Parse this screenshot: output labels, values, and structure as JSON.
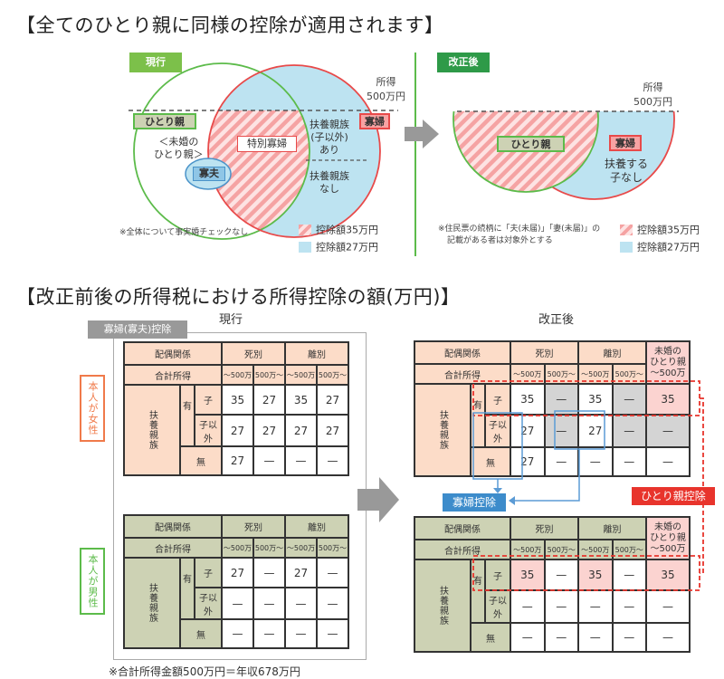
{
  "top": {
    "title": "【全てのひとり親に同様の控除が適用されます】",
    "current": {
      "tag": "現行",
      "income_label": [
        "所得",
        "500万円"
      ],
      "hitorioya": "ひとり親",
      "unmarried": [
        "＜未婚の",
        "ひとり親＞"
      ],
      "widower": "寡夫",
      "special_widow": "特別寡婦",
      "widow": "寡婦",
      "dependent_yes": [
        "扶養親族",
        "(子以外)",
        "あり"
      ],
      "dependent_no": [
        "扶養親族",
        "なし"
      ],
      "note": "※全体について事実婚チェックなし",
      "legend": [
        {
          "pattern": "hatch",
          "label": "控除額35万円"
        },
        {
          "pattern": "blue",
          "label": "控除額27万円"
        }
      ]
    },
    "revised": {
      "tag": "改正後",
      "income_label": [
        "所得",
        "500万円"
      ],
      "hitorioya": "ひとり親",
      "widow": "寡婦",
      "no_child": [
        "扶養する",
        "子なし"
      ],
      "note": [
        "※住民票の続柄に「夫(未届)」「妻(未届)」の",
        "記載がある者は対象外とする"
      ],
      "legend": [
        {
          "pattern": "hatch",
          "label": "控除額35万円"
        },
        {
          "pattern": "blue",
          "label": "控除額27万円"
        }
      ]
    }
  },
  "bottom": {
    "title": "【改正前後の所得税における所得控除の額(万円)】",
    "current_heading": "現行",
    "revised_heading": "改正後",
    "current_group_label": "寡婦(寡夫)控除",
    "female_label": "本人が女性",
    "male_label": "本人が男性",
    "widow_deduction_label": "寡婦控除",
    "single_parent_deduction_label": "ひとり親控除",
    "footnote": "※合計所得金額500万円＝年収678万円",
    "headers": {
      "spouse_relation": "配偶関係",
      "total_income": "合計所得",
      "death": "死別",
      "divorce": "離別",
      "unmarried": [
        "未婚の",
        "ひとり親",
        "～500万"
      ],
      "under500": "～500万",
      "over500": "500万～",
      "dependents": "扶養親族",
      "yes": "有",
      "child": "子",
      "non_child": "子以外",
      "none": "無"
    },
    "current_female": {
      "child": [
        "35",
        "27",
        "35",
        "27"
      ],
      "non_child": [
        "27",
        "27",
        "27",
        "27"
      ],
      "none": [
        "27",
        "—",
        "—",
        "—"
      ]
    },
    "current_male": {
      "child": [
        "27",
        "—",
        "27",
        "—"
      ],
      "non_child": [
        "—",
        "—",
        "—",
        "—"
      ],
      "none": [
        "—",
        "—",
        "—",
        "—"
      ]
    },
    "revised_female": {
      "child": [
        "35",
        "—",
        "35",
        "—",
        "35"
      ],
      "non_child": [
        "27",
        "—",
        "27",
        "—",
        "—"
      ],
      "none": [
        "27",
        "—",
        "—",
        "—",
        "—"
      ]
    },
    "revised_male": {
      "child": [
        "35",
        "—",
        "35",
        "—",
        "35"
      ],
      "non_child": [
        "—",
        "—",
        "—",
        "—",
        "—"
      ],
      "none": [
        "—",
        "—",
        "—",
        "—",
        "—"
      ]
    }
  }
}
